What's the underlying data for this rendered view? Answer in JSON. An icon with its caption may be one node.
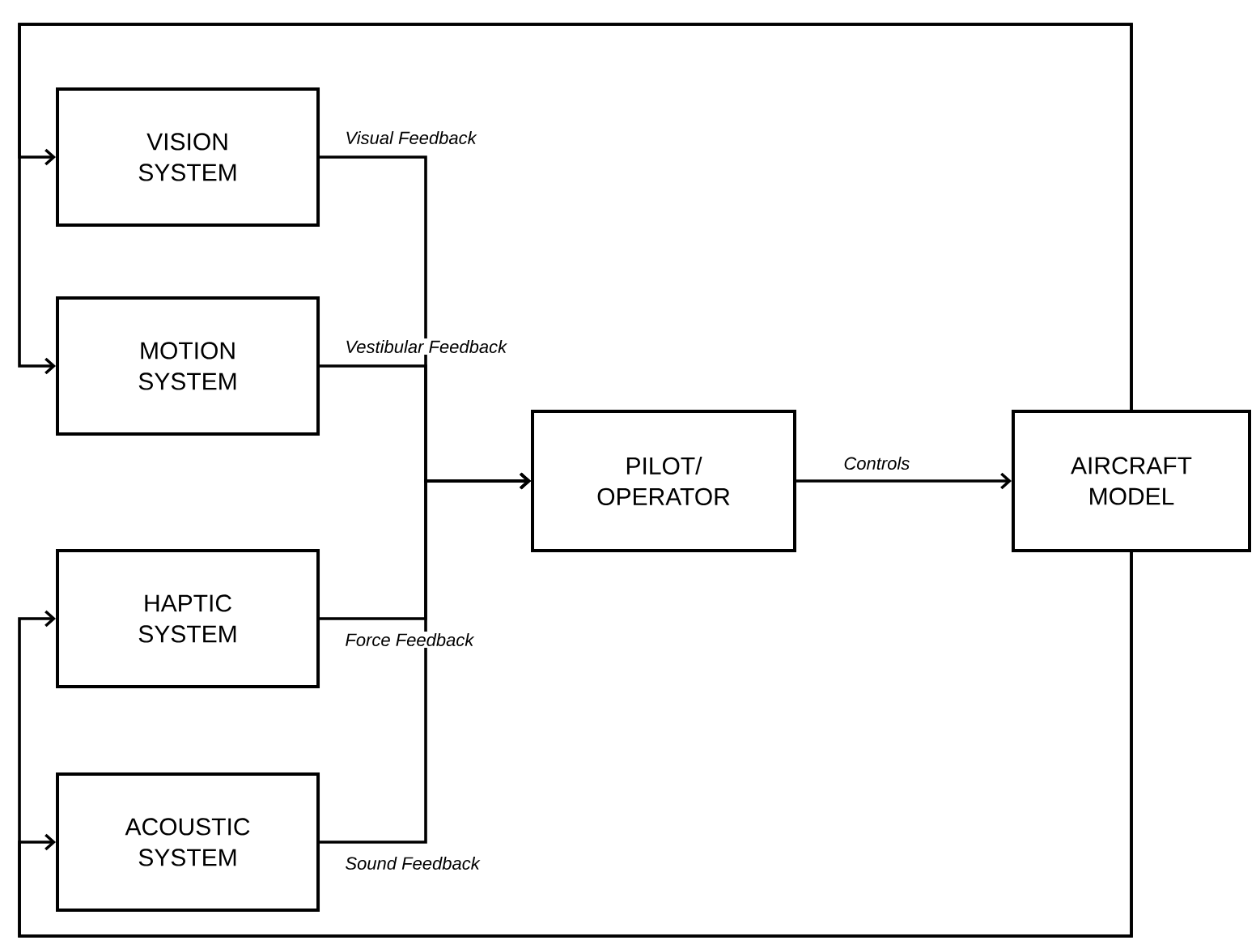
{
  "diagram": {
    "nodes": [
      {
        "text": [
          "VISION SYSTEM"
        ]
      },
      {
        "text": [
          "MOTION SYSTEM"
        ]
      },
      {
        "text": [
          "HAPTIC SYSTEM"
        ]
      },
      {
        "text": [
          "ACOUSTIC SYSTEM"
        ]
      },
      {
        "text": [
          "PILOT/ OPERATOR"
        ]
      },
      {
        "text": [
          "AIRCRAFT MODEL"
        ]
      }
    ],
    "edges": [
      {
        "from": 0,
        "to": 4,
        "arrow": "to",
        "label": "Visual Feedback"
      },
      {
        "from": 1,
        "to": 4,
        "arrow": "to",
        "label": "Vestibular Feedback"
      },
      {
        "from": 2,
        "to": 4,
        "arrow": "to",
        "label": "Force Feedback"
      },
      {
        "from": 3,
        "to": 4,
        "arrow": "to",
        "label": "Sound Feedback"
      },
      {
        "from": 4,
        "to": 5,
        "arrow": "to",
        "label": "Controls"
      },
      {
        "from": 5,
        "to": 0,
        "arrow": "to"
      },
      {
        "from": 5,
        "to": 1,
        "arrow": "to"
      },
      {
        "from": 5,
        "to": 2,
        "arrow": "to"
      },
      {
        "from": 5,
        "to": 3,
        "arrow": "to"
      }
    ]
  }
}
